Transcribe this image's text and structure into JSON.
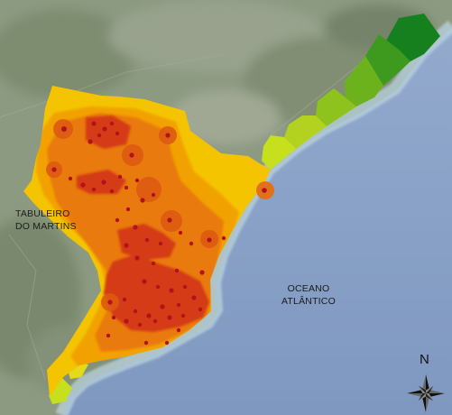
{
  "labels": {
    "land_area": [
      "TABULEIRO",
      "DO MARTINS"
    ],
    "ocean": [
      "OCEANO",
      "ATLÂNTICO"
    ],
    "north": "N"
  },
  "icons": {
    "compass": "compass-rose-icon"
  },
  "colors": {
    "zone_yellow": "#f4c400",
    "zone_amber": "#f2a200",
    "zone_orange": "#e97a0c",
    "zone_red": "#d43b14",
    "hotspot_core": "#b3121a",
    "coast_green_light": "#c6e01e",
    "coast_green_mid": "#8ec21c",
    "coast_green_dark": "#17801e",
    "ocean": "#8aa3c8",
    "land_imagery": "#8d9a82"
  }
}
